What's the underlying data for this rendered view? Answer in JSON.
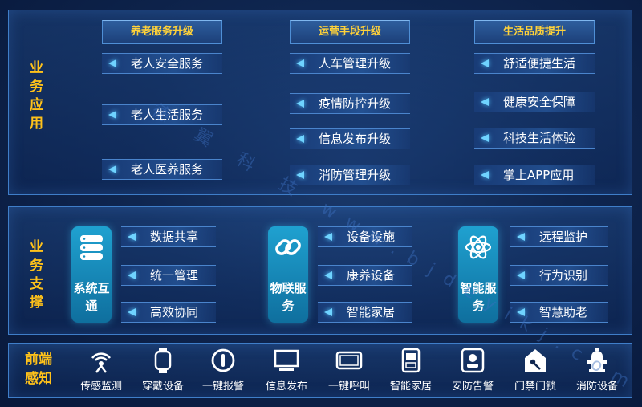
{
  "business_app": {
    "label": "业务应用",
    "columns": [
      {
        "header": "养老服务升级",
        "items": [
          "老人安全服务",
          "老人生活服务",
          "老人医养服务"
        ]
      },
      {
        "header": "运营手段升级",
        "items": [
          "人车管理升级",
          "疫情防控升级",
          "信息发布升级",
          "消防管理升级"
        ]
      },
      {
        "header": "生活品质提升",
        "items": [
          "舒适便捷生活",
          "健康安全保障",
          "科技生活体验",
          "掌上APP应用"
        ]
      }
    ]
  },
  "business_support": {
    "label": "业务支撑",
    "groups": [
      {
        "title": "系统互通",
        "icon": "database-icon",
        "items": [
          "数据共享",
          "统一管理",
          "高效协同"
        ]
      },
      {
        "title": "物联服务",
        "icon": "link-icon",
        "items": [
          "设备设施",
          "康养设备",
          "智能家居"
        ]
      },
      {
        "title": "智能服务",
        "icon": "atom-icon",
        "items": [
          "远程监护",
          "行为识别",
          "智慧助老"
        ]
      }
    ]
  },
  "front_sensing": {
    "label": "前端感知",
    "devices": [
      {
        "label": "传感监测",
        "icon": "sensor-icon"
      },
      {
        "label": "穿戴设备",
        "icon": "smartwatch-icon"
      },
      {
        "label": "一键报警",
        "icon": "alarm-button-icon"
      },
      {
        "label": "信息发布",
        "icon": "monitor-icon"
      },
      {
        "label": "一键呼叫",
        "icon": "tablet-icon"
      },
      {
        "label": "智能家居",
        "icon": "smart-home-icon"
      },
      {
        "label": "安防告警",
        "icon": "security-camera-icon"
      },
      {
        "label": "门禁门锁",
        "icon": "door-lock-icon"
      },
      {
        "label": "消防设备",
        "icon": "fire-hydrant-icon"
      }
    ]
  },
  "watermark": "德 翼 科 技 www.bjdeyikj.com",
  "colors": {
    "accent_yellow": "#ffc21a",
    "arrow_cyan": "#6fd3ff",
    "category_box": "#1590c0"
  }
}
